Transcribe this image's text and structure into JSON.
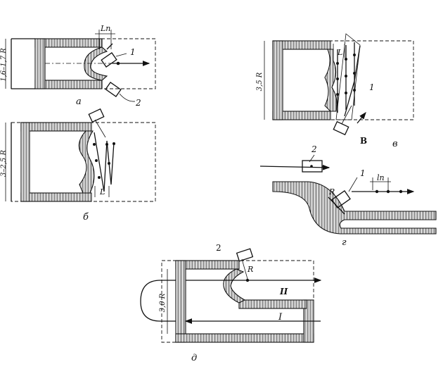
{
  "panels": {
    "a": {
      "caption": "а",
      "dimension": "1,6–1,7 R",
      "length_label": "Lп",
      "tool_marker": "1",
      "nozzle_marker": "2"
    },
    "b": {
      "caption": "б",
      "dimension": "3–2,5 R",
      "length_label": "L"
    },
    "v": {
      "caption": "в",
      "dimension": "3,5 R",
      "length_label": "L",
      "tool_marker": "1",
      "bold_letter": "В"
    },
    "g": {
      "caption": "г",
      "length_label": "lп",
      "radius_label": "R",
      "tool_marker": "1",
      "nozzle_marker": "2"
    },
    "d": {
      "caption": "д",
      "dimension": "3,0 R",
      "radius_label": "R",
      "nozzle_marker": "2",
      "pass_upper": "II",
      "pass_lower": "I"
    }
  }
}
